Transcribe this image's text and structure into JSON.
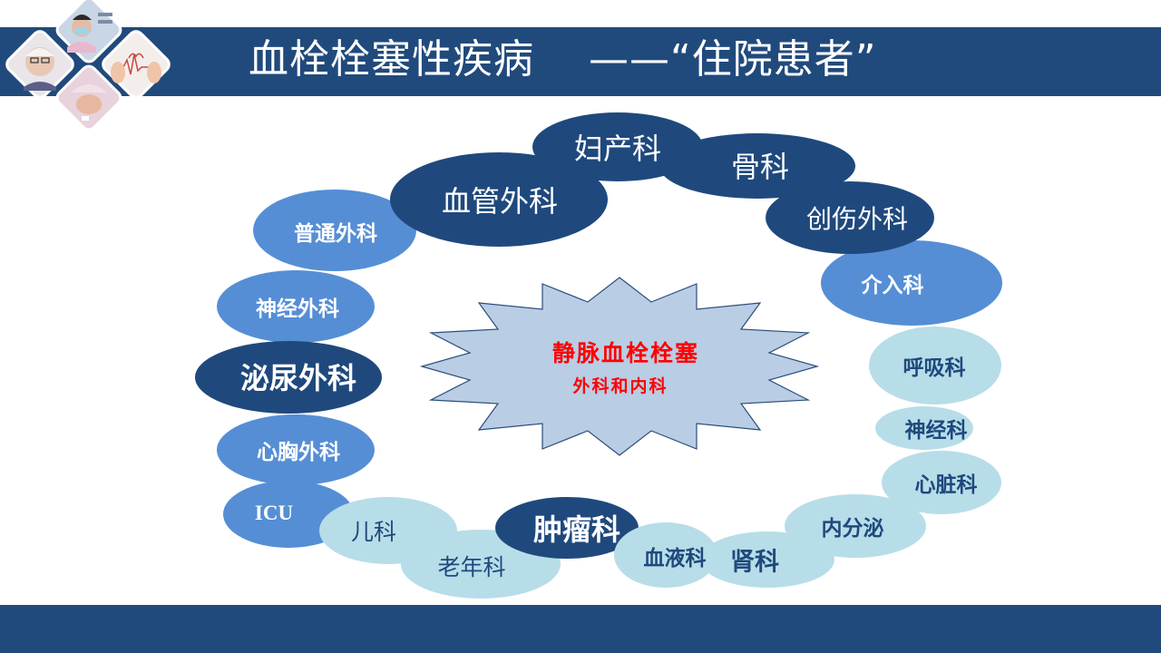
{
  "header": {
    "title": "血栓栓塞性疾病    ——“住院患者”"
  },
  "colors": {
    "band": "#214A7C",
    "dark": "#1F497D",
    "medium": "#558ED5",
    "light": "#B7DDE8",
    "star_fill": "#B9CDE5",
    "star_stroke": "#2C4D7A",
    "center_text": "#FF0000"
  },
  "logo": {
    "images": [
      "nurse-with-glasses-photo",
      "nurse-with-mask-photo",
      "hands-heart-ecg-photo",
      "newborn-baby-photo"
    ]
  },
  "center": {
    "line1": "静脉血栓栓塞",
    "line2": "外科和内科"
  },
  "departments": [
    {
      "label": "普通外科",
      "tone": "medium"
    },
    {
      "label": "血管外科",
      "tone": "dark"
    },
    {
      "label": "妇产科",
      "tone": "dark"
    },
    {
      "label": "骨科",
      "tone": "dark"
    },
    {
      "label": "创伤外科",
      "tone": "dark"
    },
    {
      "label": "介入科",
      "tone": "medium"
    },
    {
      "label": "神经外科",
      "tone": "medium"
    },
    {
      "label": "泌尿外科",
      "tone": "dark"
    },
    {
      "label": "呼吸科",
      "tone": "light"
    },
    {
      "label": "心胸外科",
      "tone": "medium"
    },
    {
      "label": "神经科",
      "tone": "light"
    },
    {
      "label": "心脏科",
      "tone": "light"
    },
    {
      "label": "ICU",
      "tone": "medium"
    },
    {
      "label": "儿科",
      "tone": "light"
    },
    {
      "label": "内分泌",
      "tone": "light"
    },
    {
      "label": "肿瘤科",
      "tone": "dark"
    },
    {
      "label": "老年科",
      "tone": "light"
    },
    {
      "label": "血液科",
      "tone": "light"
    },
    {
      "label": "肾科",
      "tone": "light"
    }
  ]
}
